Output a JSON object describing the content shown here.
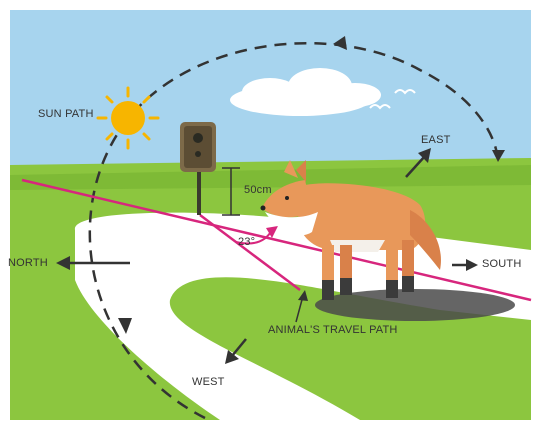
{
  "labels": {
    "sun_path": "SUN PATH",
    "east": "EAST",
    "north": "NORTH",
    "south": "SOUTH",
    "west": "WEST",
    "height": "50cm",
    "angle": "23°",
    "animal_path": "ANIMAL'S TRAVEL PATH"
  },
  "colors": {
    "sky": "#a7d4ee",
    "grass": "#8cc63f",
    "grass_dark": "#6fae2e",
    "path": "#ffffff",
    "line": "#d7267d",
    "arrow": "#333333",
    "sun": "#f7b500",
    "fox": "#e8985a"
  },
  "icons": [
    "sun-icon",
    "camera-trap-icon",
    "fox-icon",
    "cloud-icon",
    "bird-icon"
  ]
}
